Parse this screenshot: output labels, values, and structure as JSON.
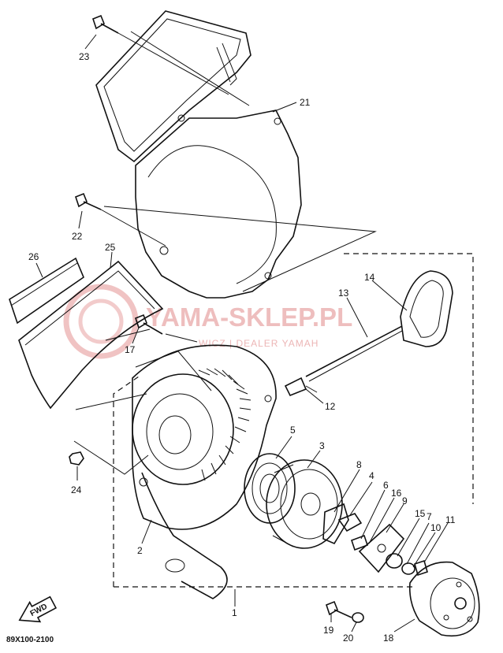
{
  "watermark": {
    "title": "YAMA-SKLEP.PL",
    "subtitle": "WICZ | DEALER YAMAH"
  },
  "fwd_label": "FWD",
  "drawing_code": "89X100-2100",
  "callouts": [
    {
      "id": "23",
      "text": "23"
    },
    {
      "id": "21",
      "text": "21"
    },
    {
      "id": "22",
      "text": "22"
    },
    {
      "id": "26",
      "text": "26"
    },
    {
      "id": "25",
      "text": "25"
    },
    {
      "id": "14",
      "text": "14"
    },
    {
      "id": "13",
      "text": "13"
    },
    {
      "id": "17",
      "text": "17"
    },
    {
      "id": "12",
      "text": "12"
    },
    {
      "id": "24",
      "text": "24"
    },
    {
      "id": "5",
      "text": "5"
    },
    {
      "id": "3",
      "text": "3"
    },
    {
      "id": "8",
      "text": "8"
    },
    {
      "id": "4",
      "text": "4"
    },
    {
      "id": "6",
      "text": "6"
    },
    {
      "id": "16",
      "text": "16"
    },
    {
      "id": "9",
      "text": "9"
    },
    {
      "id": "15",
      "text": "15"
    },
    {
      "id": "7",
      "text": "7"
    },
    {
      "id": "10",
      "text": "10"
    },
    {
      "id": "11",
      "text": "11"
    },
    {
      "id": "2",
      "text": "2"
    },
    {
      "id": "1",
      "text": "1"
    },
    {
      "id": "19",
      "text": "19"
    },
    {
      "id": "20",
      "text": "20"
    },
    {
      "id": "18",
      "text": "18"
    }
  ]
}
